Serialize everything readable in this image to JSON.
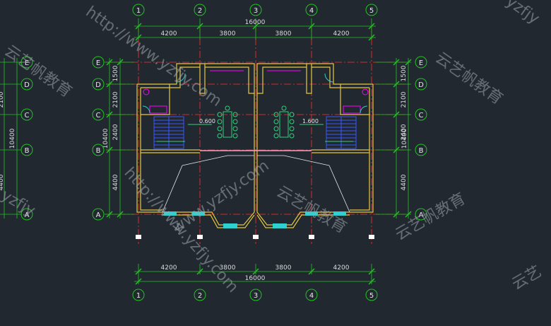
{
  "axes": {
    "columns": [
      "1",
      "2",
      "3",
      "4",
      "5"
    ],
    "rows": [
      "E",
      "D",
      "C",
      "B",
      "A"
    ]
  },
  "dimensions": {
    "top_segments": [
      "4200",
      "3800",
      "3800",
      "4200"
    ],
    "top_total": "16000",
    "bottom_segments": [
      "4200",
      "3800",
      "3800",
      "4200"
    ],
    "bottom_total": "16000",
    "left_segments": [
      "1500",
      "2100",
      "2400",
      "4400"
    ],
    "left_total": "10400",
    "right_segments": [
      "1500",
      "2100",
      "2400",
      "4400"
    ],
    "right_total": "10400",
    "far_left_partial": [
      "2100",
      "10400",
      "4400"
    ]
  },
  "levels": {
    "left_stair": "0.600",
    "right_stair": "1.600"
  },
  "watermark": {
    "url_1": "http://www.yzfjy.com",
    "url_2": "http://www.yzfjy.com",
    "url_3": "www.yzfjy.com",
    "brand_1": "云艺帆教育",
    "brand_2": "云艺帆教育",
    "brand_3": "云艺帆教育",
    "brand_4": "云艺帆教育",
    "corner_1": "yzfjy",
    "corner_2": "yzfjy",
    "corner_3": "云艺"
  },
  "colors": {
    "background": "#212830",
    "axis_green": "#22c322",
    "axis_red": "#ff3030",
    "wall_yellow": "#e6c83c",
    "fixture_magenta": "#ff00ff",
    "stair_blue": "#3858ff",
    "window_cyan": "#31d0d0",
    "furniture_green": "#31d07a",
    "watermark": "#9aa0a8"
  }
}
